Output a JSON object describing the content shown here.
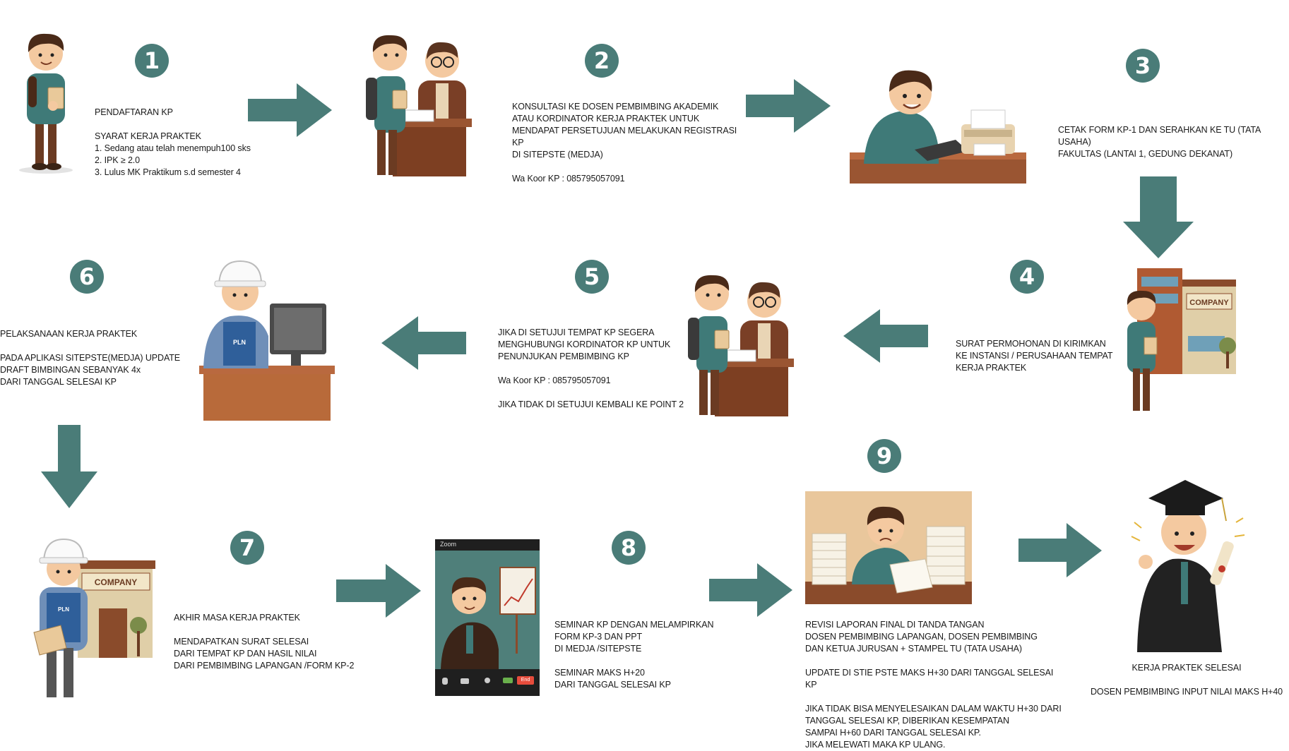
{
  "steps": [
    {
      "number": "1",
      "text": "PENDAFTARAN KP\n\nSYARAT KERJA PRAKTEK\n1. Sedang atau telah menempuh100 sks\n2. IPK ≥ 2.0\n3. Lulus MK Praktikum s.d semester 4"
    },
    {
      "number": "2",
      "text": "KONSULTASI KE DOSEN PEMBIMBING AKADEMIK\nATAU KORDINATOR KERJA PRAKTEK UNTUK\nMENDAPAT PERSETUJUAN MELAKUKAN REGISTRASI KP\nDI SITEPSTE (MEDJA)\n\nWa Koor KP : 085795057091"
    },
    {
      "number": "3",
      "text": "CETAK FORM KP-1 DAN SERAHKAN KE TU (TATA USAHA)\nFAKULTAS (LANTAI 1, GEDUNG DEKANAT)"
    },
    {
      "number": "4",
      "text": "SURAT PERMOHONAN DI KIRIMKAN\nKE INSTANSI / PERUSAHAAN TEMPAT\nKERJA PRAKTEK"
    },
    {
      "number": "5",
      "text": "JIKA DI SETUJUI TEMPAT KP SEGERA\nMENGHUBUNGI KORDINATOR KP UNTUK\nPENUNJUKAN PEMBIMBING KP\n\nWa Koor KP : 085795057091\n\nJIKA TIDAK DI SETUJUI KEMBALI KE POINT 2"
    },
    {
      "number": "6",
      "text": "PELAKSANAAN KERJA PRAKTEK\n\nPADA APLIKASI SITEPSTE(MEDJA) UPDATE\nDRAFT BIMBINGAN SEBANYAK 4x\nDARI TANGGAL SELESAI KP"
    },
    {
      "number": "7",
      "text": "AKHIR MASA KERJA PRAKTEK\n\nMENDAPATKAN SURAT SELESAI\nDARI TEMPAT KP DAN HASIL NILAI\nDARI PEMBIMBING LAPANGAN /FORM KP-2"
    },
    {
      "number": "8",
      "text": "SEMINAR KP DENGAN MELAMPIRKAN\nFORM KP-3 DAN PPT\nDI MEDJA /SITEPSTE\n\nSEMINAR MAKS H+20\nDARI TANGGAL SELESAI KP"
    },
    {
      "number": "9",
      "text": "REVISI LAPORAN FINAL DI TANDA TANGAN\nDOSEN PEMBIMBING LAPANGAN, DOSEN PEMBIMBING\nDAN KETUA JURUSAN + STAMPEL TU (TATA USAHA)\n\nUPDATE DI STIE PSTE MAKS H+30 DARI TANGGAL SELESAI KP\n\nJIKA TIDAK BISA MENYELESAIKAN DALAM WAKTU H+30 DARI\nTANGGAL SELESAI KP, DIBERIKAN KESEMPATAN\nSAMPAI H+60 DARI TANGGAL SELESAI KP.\nJIKA MELEWATI MAKA KP ULANG."
    }
  ],
  "final": {
    "text": "KERJA PRAKTEK SELESAI\n\nDOSEN PEMBIMBING INPUT NILAI MAKS H+40"
  },
  "labels": {
    "company": "COMPANY",
    "pln": "PLN",
    "zoom_title": "Zoom",
    "zoom_end": "End"
  },
  "colors": {
    "teal": "#4a7c78",
    "wood": "#8a4b2b",
    "shirt": "#3f7a78",
    "hair": "#4a2a18",
    "skin": "#f4c9a0"
  }
}
